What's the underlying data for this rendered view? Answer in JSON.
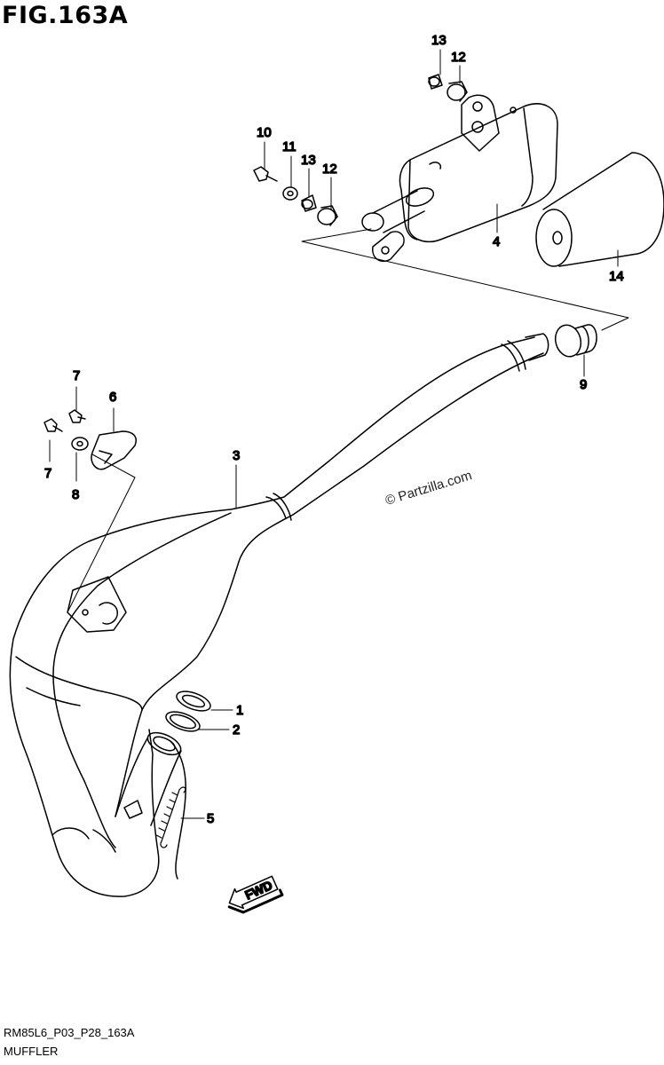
{
  "figure": {
    "title": "FIG.163A"
  },
  "footer": {
    "code": "RM85L6_P03_P28_163A",
    "caption": "MUFFLER"
  },
  "watermark": "© Partzilla.com",
  "direction_mark": "FWD",
  "callouts": [
    {
      "id": "c1",
      "label": "1"
    },
    {
      "id": "c2",
      "label": "2"
    },
    {
      "id": "c3",
      "label": "3"
    },
    {
      "id": "c4",
      "label": "4"
    },
    {
      "id": "c5",
      "label": "5"
    },
    {
      "id": "c6",
      "label": "6"
    },
    {
      "id": "c7a",
      "label": "7"
    },
    {
      "id": "c7b",
      "label": "7"
    },
    {
      "id": "c8",
      "label": "8"
    },
    {
      "id": "c9",
      "label": "9"
    },
    {
      "id": "c10",
      "label": "10"
    },
    {
      "id": "c11",
      "label": "11"
    },
    {
      "id": "c12a",
      "label": "12"
    },
    {
      "id": "c12b",
      "label": "12"
    },
    {
      "id": "c13a",
      "label": "13"
    },
    {
      "id": "c13b",
      "label": "13"
    },
    {
      "id": "c14",
      "label": "14"
    }
  ]
}
